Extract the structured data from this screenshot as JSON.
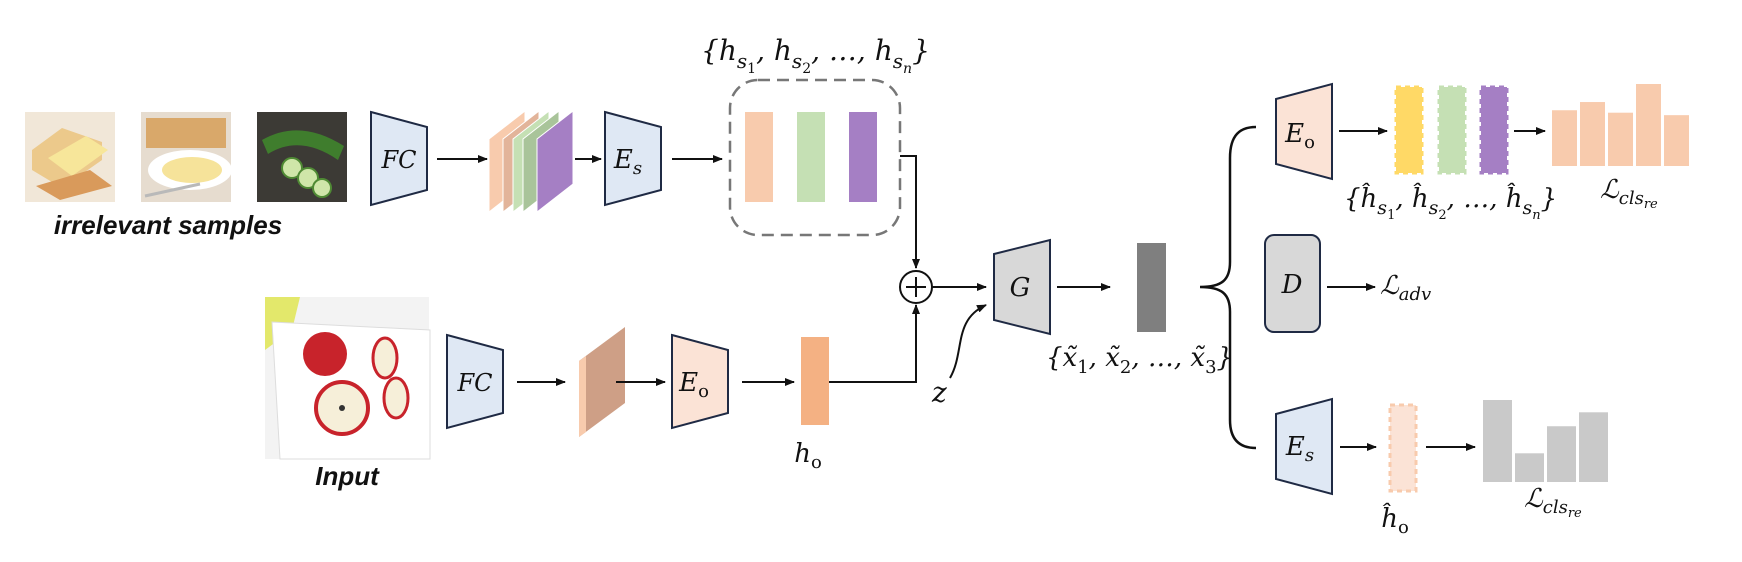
{
  "labels": {
    "irrelevant_samples": "irrelevant samples",
    "input": "Input",
    "fc_top": "FC",
    "fc_bottom": "FC",
    "es_top": "E",
    "es_top_sub": "s",
    "eo_bottom": "E",
    "eo_bottom_sub": "o",
    "g": "G",
    "z": "z",
    "d": "D",
    "eo_right": "E",
    "eo_right_sub": "o",
    "es_right": "E",
    "es_right_sub": "s",
    "h_o": "h",
    "h_o_sub": "o",
    "hhat_o": "ĥ",
    "hhat_o_sub": "o",
    "loss_cls_top": "ℒ",
    "loss_cls_top_sub": "cls",
    "loss_cls_top_subsub": "re",
    "loss_adv": "ℒ",
    "loss_adv_sub": "adv",
    "loss_cls_bottom": "ℒ",
    "loss_cls_bottom_sub": "cls",
    "loss_cls_bottom_subsub": "re"
  },
  "sets": {
    "h_s": {
      "open": "{",
      "h1": "h",
      "s1": "s",
      "i1": "1",
      "comma1": ", ",
      "h2": "h",
      "s2": "s",
      "i2": "2",
      "mid": ", …, ",
      "h3": "h",
      "s3": "s",
      "i3": "n",
      "close": "}"
    },
    "hhat_s": {
      "open": "{",
      "h1": "ĥ",
      "s1": "s",
      "i1": "1",
      "comma1": ", ",
      "h2": "ĥ",
      "s2": "s",
      "i2": "2",
      "mid": ", …, ",
      "h3": "ĥ",
      "s3": "s",
      "i3": "n",
      "close": "}"
    },
    "x_tilde": {
      "open": "{",
      "x1": "x̃",
      "i1": "1",
      "comma1": ", ",
      "x2": "x̃",
      "i2": "2",
      "mid": ", …, ",
      "x3": "x̃",
      "i3": "3",
      "close": "}"
    }
  },
  "colors": {
    "fc": "#dfe8f4",
    "eo": "#fbe3d6",
    "g": "#d8d8d8",
    "peach": "#f8cbad",
    "green": "#c5e0b4",
    "purple": "#a57fc4",
    "orange": "#f4b183",
    "yellow": "#ffd966",
    "dark_gray": "#7f7f7f",
    "light_gray": "#c9c9c9"
  },
  "bar_charts": {
    "cls_top_heights": [
      0.68,
      0.78,
      0.65,
      1.0,
      0.62
    ],
    "cls_bottom_heights": [
      1.0,
      0.35,
      0.68,
      0.85
    ]
  }
}
